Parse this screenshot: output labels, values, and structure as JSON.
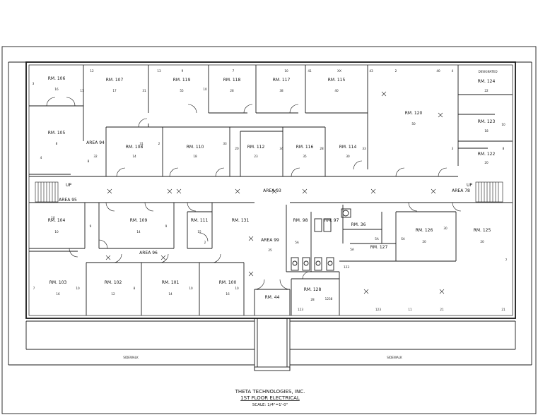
{
  "drawing": {
    "company": "THETA TECHNOLOGIES, INC.",
    "sheet": "1ST FLOOR ELECTRICAL",
    "scale": "SCALE: 1/4\"=1'-0\""
  },
  "labels": {
    "up_left": "UP",
    "up_right": "UP",
    "sidewalk_left": "SIDEWALK",
    "sidewalk_right": "SIDEWALK",
    "designated": "DESIGNATED"
  },
  "rooms": [
    {
      "name": "RM. 106",
      "num": "16"
    },
    {
      "name": "RM. 107",
      "num": "17"
    },
    {
      "name": "RM. 119",
      "num": "55"
    },
    {
      "name": "RM. 118",
      "num": "28"
    },
    {
      "name": "RM. 117",
      "num": "38"
    },
    {
      "name": "RM. 115",
      "num": "40"
    },
    {
      "name": "RM. 120",
      "num": "50"
    },
    {
      "name": "RM. 124",
      "num": "22"
    },
    {
      "name": "RM. 123",
      "num": "18"
    },
    {
      "name": "RM. 122",
      "num": "20"
    },
    {
      "name": "RM. 105",
      "num": "8"
    },
    {
      "name": "AREA 94",
      "num": "32"
    },
    {
      "name": "RM. 108",
      "num": "14"
    },
    {
      "name": "RM. 110",
      "num": "18"
    },
    {
      "name": "RM. 112",
      "num": "23"
    },
    {
      "name": "RM. 116",
      "num": "35"
    },
    {
      "name": "RM. 114",
      "num": "30"
    },
    {
      "name": "AREA 95",
      "num": ""
    },
    {
      "name": "AREA 93",
      "num": ""
    },
    {
      "name": "AREA 78",
      "num": ""
    },
    {
      "name": "RM. 104",
      "num": "10"
    },
    {
      "name": "RM. 109",
      "num": "14"
    },
    {
      "name": "RM. 111",
      "num": "15"
    },
    {
      "name": "RM. 131",
      "num": ""
    },
    {
      "name": "AREA 99",
      "num": "25"
    },
    {
      "name": "RM. 98",
      "num": ""
    },
    {
      "name": "RM. 97",
      "num": ""
    },
    {
      "name": "RM. 36",
      "num": ""
    },
    {
      "name": "RM. 126",
      "num": "20"
    },
    {
      "name": "RM. 125",
      "num": "20"
    },
    {
      "name": "RM. 127",
      "num": ""
    },
    {
      "name": "AREA 96",
      "num": ""
    },
    {
      "name": "RM. 103",
      "num": "16"
    },
    {
      "name": "RM. 102",
      "num": "12"
    },
    {
      "name": "RM. 101",
      "num": "14"
    },
    {
      "name": "RM. 100",
      "num": "16"
    },
    {
      "name": "RM. 128",
      "num": "28"
    },
    {
      "name": "RM. 44",
      "num": ""
    }
  ]
}
